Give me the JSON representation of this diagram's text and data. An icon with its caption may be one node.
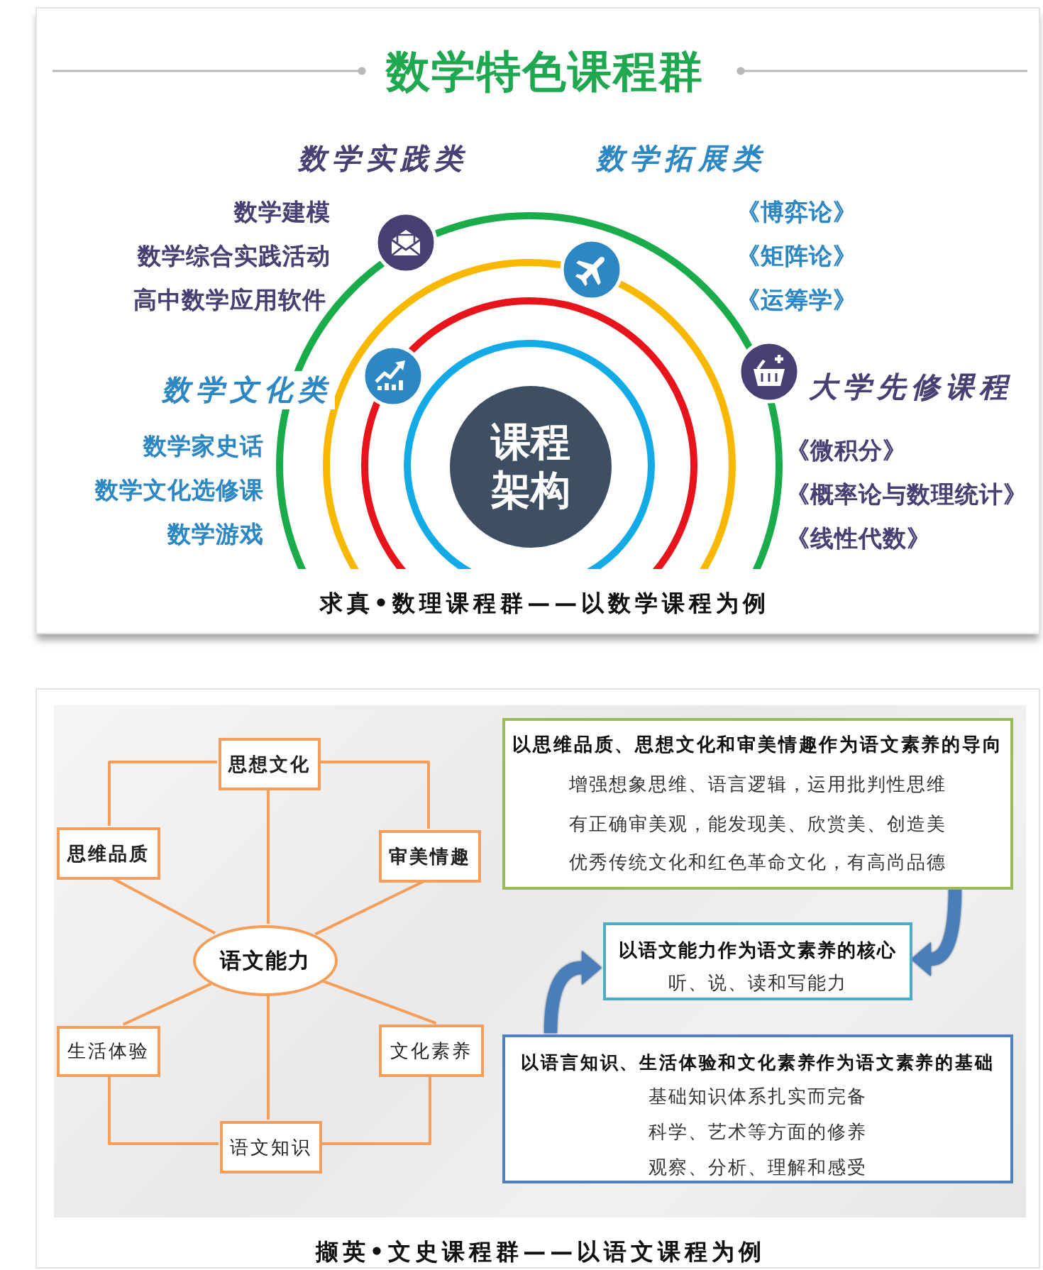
{
  "diagram": {
    "nodes": [
      {
        "text": [
          "数学特色课程群",
          "求真•数理课程群——以数学课程为例"
        ]
      },
      {
        "text": [
          "课程架构"
        ],
        "in": 0
      },
      {
        "text": [
          "撷英•文史课程群——以语文课程为例"
        ]
      },
      {
        "text": [
          "思想文化"
        ],
        "in": 2
      },
      {
        "text": [
          "思维品质"
        ],
        "in": 2
      },
      {
        "text": [
          "审美情趣"
        ],
        "in": 2
      },
      {
        "text": [
          "语文能力"
        ],
        "in": 2
      },
      {
        "text": [
          "生活体验"
        ],
        "in": 2
      },
      {
        "text": [
          "文化素养"
        ],
        "in": 2
      },
      {
        "text": [
          "语文知识"
        ],
        "in": 2
      },
      {
        "text": [
          "以思维品质、思想文化和审美情趣作为语文素养的导向",
          "增强想象思维、语言逻辑，运用批判性思维",
          "有正确审美观，能发现美、欣赏美、创造美",
          "优秀传统文化和红色革命文化，有高尚品德"
        ],
        "in": 2
      },
      {
        "text": [
          "以语文能力作为语文素养的核心",
          "听、说、读和写能力"
        ],
        "in": 2
      },
      {
        "text": [
          "以语言知识、生活体验和文化素养作为语文素养的基础",
          "基础知识体系扎实而完备",
          "科学、艺术等方面的修养",
          "观察、分析、理解和感受"
        ],
        "in": 2
      }
    ],
    "edges": [
      {
        "from": 6,
        "to": 3,
        "arrow": "none"
      },
      {
        "from": 6,
        "to": 4,
        "arrow": "none"
      },
      {
        "from": 6,
        "to": 5,
        "arrow": "none"
      },
      {
        "from": 6,
        "to": 7,
        "arrow": "none"
      },
      {
        "from": 6,
        "to": 8,
        "arrow": "none"
      },
      {
        "from": 6,
        "to": 9,
        "arrow": "none"
      },
      {
        "from": 3,
        "to": 4,
        "arrow": "none"
      },
      {
        "from": 3,
        "to": 5,
        "arrow": "none"
      },
      {
        "from": 7,
        "to": 9,
        "arrow": "none"
      },
      {
        "from": 8,
        "to": 9,
        "arrow": "none"
      },
      {
        "from": 10,
        "to": 11,
        "arrow": "to",
        "style": "thick",
        "color": "#4a7ebb"
      },
      {
        "from": 12,
        "to": 11,
        "arrow": "to",
        "style": "thick",
        "color": "#4a7ebb"
      }
    ],
    "labels": [
      "数学实践类",
      "数学建模",
      "数学综合实践活动",
      "高中数学应用软件",
      "数学拓展类",
      "《博弈论》",
      "《矩阵论》",
      "《运筹学》",
      "数学文化类",
      "数学家史话",
      "数学文化选修课",
      "数学游戏",
      "大学先修课程",
      "《微积分》",
      "《概率论与数理统计》",
      "《线性代数》"
    ]
  }
}
